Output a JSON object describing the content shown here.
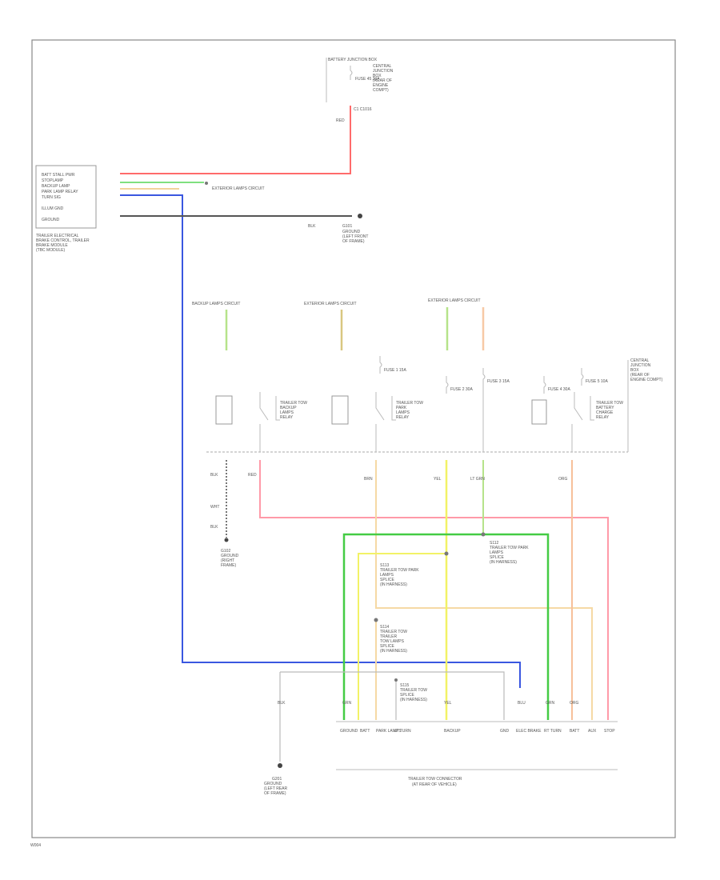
{
  "diagram": {
    "page_ref": "W004",
    "fuse_panel": {
      "heading": "BATTERY JUNCTION BOX",
      "lines": [
        "CENTRAL",
        "JUNCTION",
        "BOX",
        "(REAR OF",
        "ENGINE",
        "COMPT)"
      ],
      "fuse": "FUSE 45 20A",
      "pin": "C1 C1016",
      "wire": "RED"
    },
    "module": {
      "rows": [
        "BATT STALL PWR",
        "STOPLAMP",
        "BACKUP LAMP",
        "PARK LAMP RELAY",
        "TURN SIG",
        "ILLUM GND",
        "GROUND"
      ],
      "caption": [
        "TRAILER ELECTRICAL",
        "BRAKE CONTROL, TRAILER",
        "BRAKE MODULE",
        "(TBC MODULE)"
      ]
    },
    "splices": {
      "exterior_lamps_top": "EXTERIOR LAMPS CIRCUIT",
      "ground_g101": "G101",
      "ground_g101_caption": [
        "GROUND",
        "(LEFT FRONT",
        "OF FRAME)"
      ],
      "ground_wire": "BLK"
    },
    "circuit_refs": {
      "backup": "BACKUP LAMPS CIRCUIT",
      "exterior_1": "EXTERIOR LAMPS CIRCUIT",
      "exterior_2": "EXTERIOR LAMPS CIRCUIT"
    },
    "relays": {
      "r1": [
        "TRAILER TOW",
        "BACKUP",
        "LAMPS",
        "RELAY"
      ],
      "r2": [
        "TRAILER TOW",
        "PARK",
        "LAMPS",
        "RELAY"
      ],
      "r3": [
        "TRAILER TOW",
        "BATTERY",
        "CHARGE",
        "RELAY"
      ]
    },
    "fuses_mid": {
      "f1": "FUSE 1 15A",
      "f2": "FUSE 2 30A",
      "f3": "FUSE 3 15A",
      "f4": "FUSE 4 30A",
      "f5": "FUSE 5 10A"
    },
    "central_box": [
      "CENTRAL",
      "JUNCTION",
      "BOX",
      "(REAR OF",
      "ENGINE COMPT)"
    ],
    "wire_labels": {
      "w1": "BLK",
      "w2": "WHT",
      "w3": "BLK",
      "w4": "RED",
      "w5": "YEL",
      "w6": "LT GRN",
      "w7": "ORG",
      "w8": "GRN",
      "w9": "BRN",
      "w10": "BLU"
    },
    "ground_g2": {
      "name": "G102",
      "caption": [
        "GROUND",
        "(RIGHT",
        "FRAME)"
      ]
    },
    "splices_lower": {
      "s1": [
        "S112",
        "TRAILER TOW PARK",
        "LAMPS",
        "SPLICE",
        "(IN HARNESS)"
      ],
      "s2": [
        "S113",
        "TRAILER TOW PARK",
        "LAMPS",
        "SPLICE",
        "(IN HARNESS)"
      ],
      "s3": [
        "S114",
        "TRAILER TOW",
        "TRAILER",
        "TOW LAMPS",
        "SPLICE",
        "(IN HARNESS)"
      ],
      "s4": [
        "S115",
        "TRAILER TOW",
        "SPLICE",
        "(IN HARNESS)"
      ]
    },
    "connector": {
      "caption": [
        "TRAILER TOW CONNECTOR",
        "(AT REAR OF VEHICLE)"
      ],
      "pins": [
        "GROUND",
        "BATT",
        "PARK LAMPS",
        "LT TURN",
        "BACKUP",
        "GND",
        "ELEC BRAKE",
        "RT TURN",
        "BATT",
        "AUX",
        "STOP"
      ]
    },
    "ground_g3": {
      "name": "G201",
      "caption": [
        "GROUND",
        "(LEFT REAR",
        "OF FRAME)"
      ],
      "wire": "BLK"
    }
  }
}
